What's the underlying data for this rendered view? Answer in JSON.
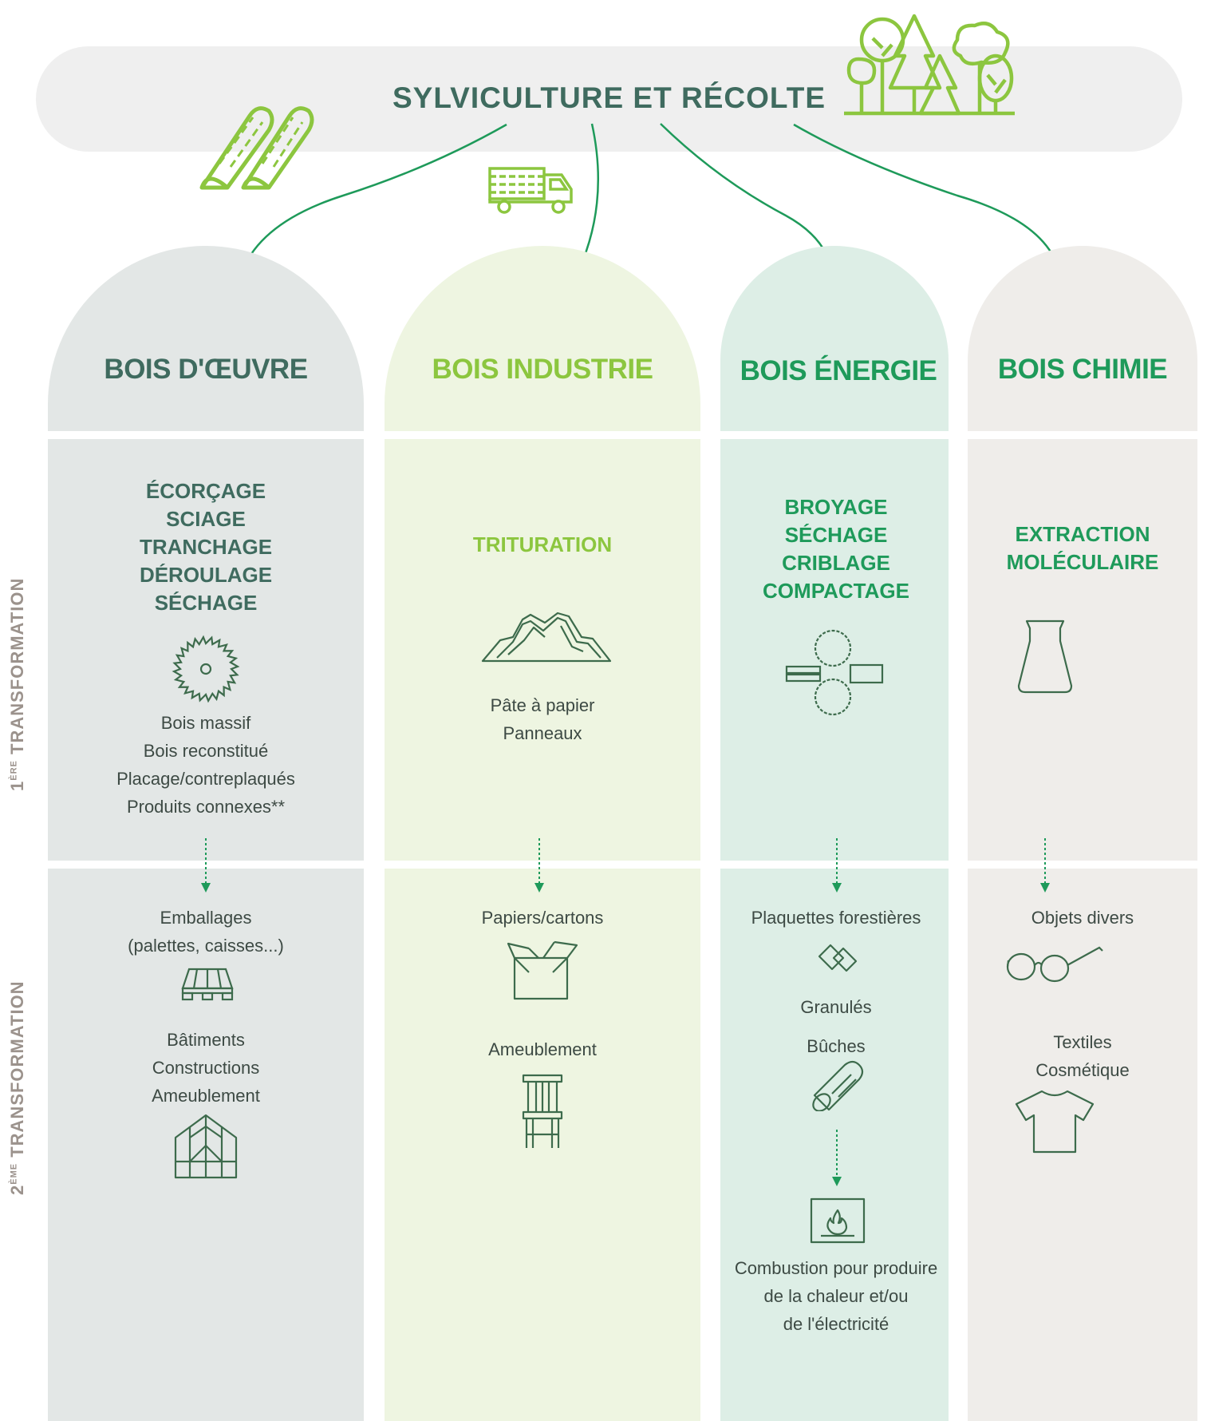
{
  "header": {
    "title": "SYLVICULTURE ET RÉCOLTE"
  },
  "side_labels": {
    "first": {
      "num": "1",
      "sup": "ÈRE",
      "label": "TRANSFORMATION"
    },
    "second": {
      "num": "2",
      "sup": "ÈME",
      "label": "TRANSFORMATION"
    }
  },
  "columns": [
    {
      "title": "BOIS D'ŒUVRE",
      "process": [
        "ÉCORÇAGE",
        "SCIAGE",
        "TRANCHAGE",
        "DÉROULAGE",
        "SÉCHAGE"
      ],
      "products1": [
        "Bois massif",
        "Bois reconstitué",
        "Placage/contreplaqués",
        "Produits connexes**"
      ],
      "products2a": [
        "Emballages",
        "(palettes, caisses...)"
      ],
      "products2b": [
        "Bâtiments",
        "Constructions",
        "Ameublement"
      ]
    },
    {
      "title": "BOIS INDUSTRIE",
      "process": [
        "TRITURATION"
      ],
      "products1": [
        "Pâte à papier",
        "Panneaux"
      ],
      "products2a": [
        "Papiers/cartons"
      ],
      "products2b": [
        "Ameublement"
      ]
    },
    {
      "title": "BOIS ÉNERGIE",
      "process": [
        "BROYAGE",
        "SÉCHAGE",
        "CRIBLAGE",
        "COMPACTAGE"
      ],
      "products2a": [
        "Plaquettes forestières"
      ],
      "products2b": [
        "Granulés"
      ],
      "products2c": [
        "Bûches"
      ],
      "products2d": [
        "Combustion pour produire",
        "de la chaleur et/ou",
        "de  l'électricité"
      ]
    },
    {
      "title": "BOIS CHIMIE",
      "process": [
        "EXTRACTION",
        "MOLÉCULAIRE"
      ],
      "products2a": [
        "Objets divers"
      ],
      "products2b": [
        "Textiles",
        "Cosmétique"
      ]
    }
  ],
  "colors": {
    "dark_green": "#3f6b5f",
    "light_green": "#8cc63f",
    "teal_green": "#1e9a5a",
    "col1_bg": "#e3e7e6",
    "col2_bg": "#eef5e1",
    "col3_bg": "#ddeee6",
    "col4_bg": "#efedea",
    "header_bg": "#efefef"
  },
  "icons": [
    "logs-icon",
    "truck-icon",
    "trees-icon",
    "saw-blade-icon",
    "wood-pile-icon",
    "chipper-icon",
    "flask-icon",
    "pallet-icon",
    "house-frame-icon",
    "box-icon",
    "chair-icon",
    "wood-chips-icon",
    "log-icon",
    "fireplace-icon",
    "glasses-icon",
    "tshirt-icon"
  ]
}
